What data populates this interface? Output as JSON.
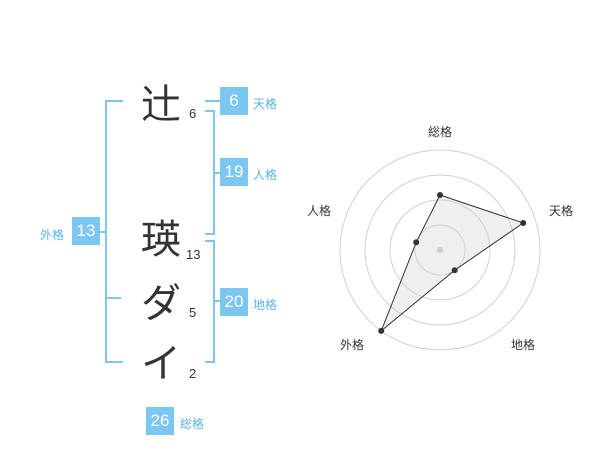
{
  "name_chars": [
    {
      "char": "辻",
      "strokes": "6"
    },
    {
      "char": "瑛",
      "strokes": "13"
    },
    {
      "char": "ダ",
      "strokes": "5"
    },
    {
      "char": "イ",
      "strokes": "2"
    }
  ],
  "fortune": {
    "tenkaku": {
      "value": "6",
      "label": "天格"
    },
    "jinkaku": {
      "value": "19",
      "label": "人格"
    },
    "chikaku": {
      "value": "20",
      "label": "地格"
    },
    "gaikaku": {
      "value": "13",
      "label": "外格"
    },
    "soukaku": {
      "value": "26",
      "label": "総格"
    }
  },
  "colors": {
    "accent": "#7cc6f2",
    "label": "#5bb3e8"
  },
  "chart_data": {
    "type": "radar",
    "axes": [
      "総格",
      "天格",
      "地格",
      "外格",
      "人格"
    ],
    "values": [
      2.2,
      3.5,
      1.0,
      4.0,
      1.0
    ],
    "max": 4,
    "rings": 4
  }
}
